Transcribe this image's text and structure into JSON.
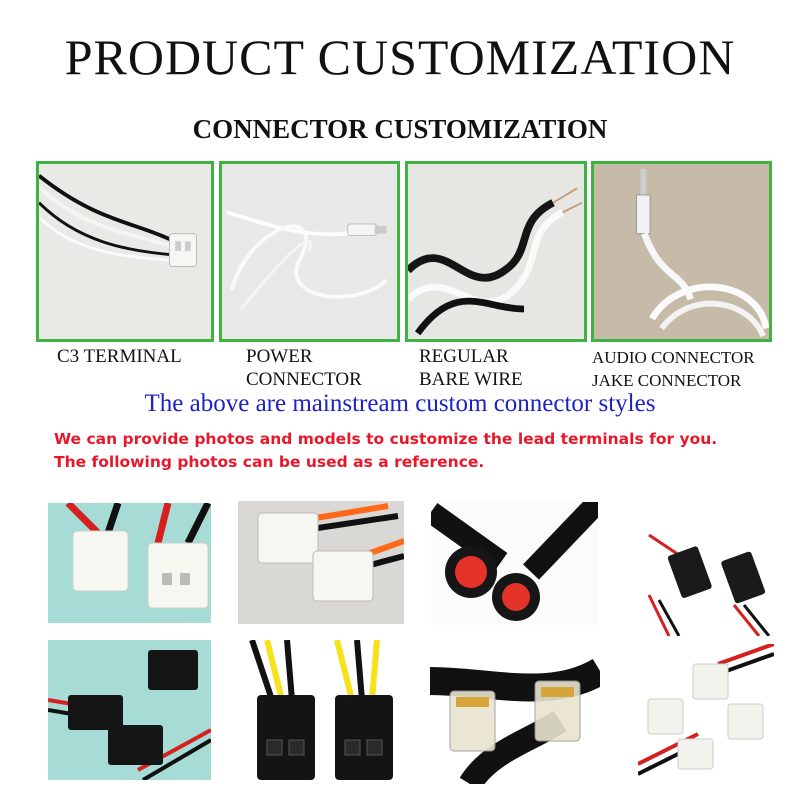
{
  "header": {
    "title": "PRODUCT CUSTOMIZATION",
    "subtitle": "CONNECTOR CUSTOMIZATION"
  },
  "featured": [
    {
      "name": "c3-terminal",
      "label_lines": [
        "C3 TERMINAL"
      ]
    },
    {
      "name": "power-connector",
      "label_lines": [
        "POWER",
        "CONNECTOR"
      ]
    },
    {
      "name": "regular-bare-wire",
      "label_lines": [
        "REGULAR",
        "BARE WIRE"
      ]
    },
    {
      "name": "audio-connector",
      "label_lines": [
        "AUDIO CONNECTOR",
        "JAKE CONNECTOR"
      ]
    }
  ],
  "mainstream_text": "The above are mainstream custom connector styles",
  "notes": [
    "We can provide photos and models to customize the lead terminals for you.",
    "The following photos can be used as a reference."
  ],
  "colors": {
    "frame_green": "#3fb241",
    "mainstream_blue": "#1d22c4",
    "note_red": "#e8182a"
  },
  "reference_photos": [
    "white-2pin-housing-red-black-wires",
    "white-3pin-housing-orange-wires",
    "red-black-round-waterproof-connectors",
    "black-micro-connector-red-black-wires",
    "black-sm-connector-pair",
    "black-4pin-molex-yellow-black-wires",
    "rj45-ethernet-plugs",
    "white-micro-jst-connectors"
  ]
}
